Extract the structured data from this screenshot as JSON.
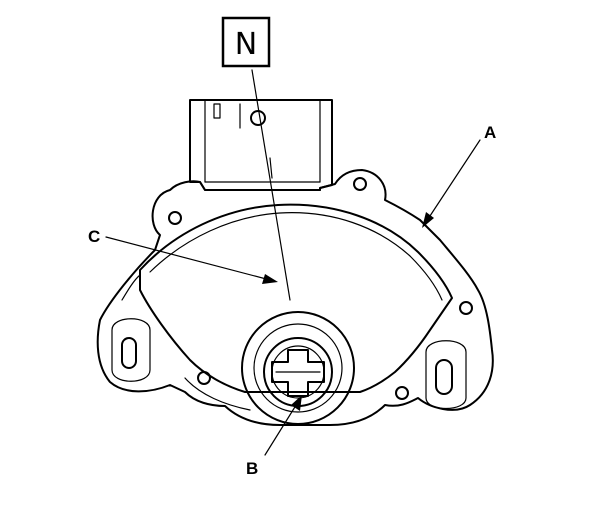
{
  "indicator_box": {
    "text": "N"
  },
  "labels": {
    "a": "A",
    "b": "B",
    "c": "C"
  }
}
